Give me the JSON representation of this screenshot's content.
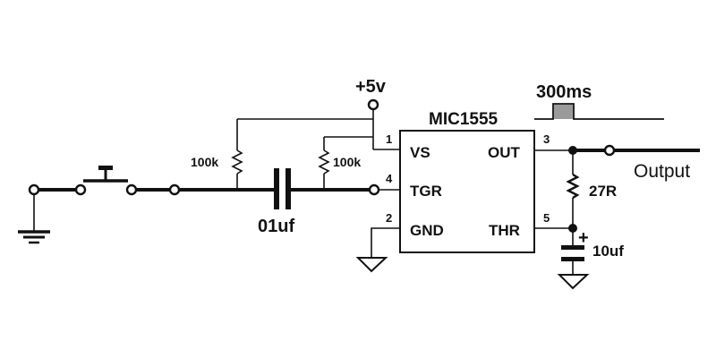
{
  "supply": {
    "label": "+5v"
  },
  "chip": {
    "name": "MIC1555",
    "pins": [
      {
        "number": "1",
        "label": "VS"
      },
      {
        "number": "4",
        "label": "TGR"
      },
      {
        "number": "2",
        "label": "GND"
      },
      {
        "number": "3",
        "label": "OUT"
      },
      {
        "number": "5",
        "label": "THR"
      }
    ]
  },
  "pulse": {
    "label": "300ms"
  },
  "components": {
    "pullup_left": "100k",
    "pullup_right": "100k",
    "coupling_cap": "01uf",
    "timing_resistor": "27R",
    "timing_cap": "10uf",
    "cap_polarity": "+"
  },
  "output": {
    "label": "Output"
  },
  "colors": {
    "ink": "#111111",
    "pulse_fill": "#9a9a9a",
    "background": "#ffffff"
  }
}
